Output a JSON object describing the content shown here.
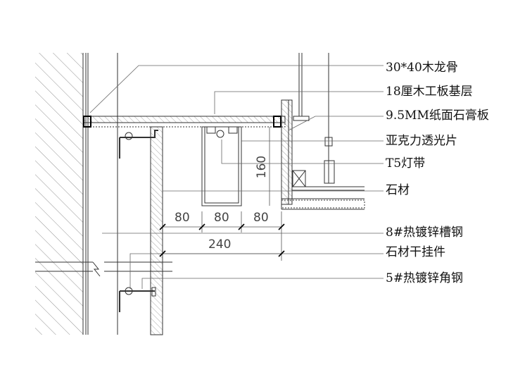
{
  "labels": [
    "30*40木龙骨",
    "18厘木工板基层",
    "9.5MM纸面石膏板",
    "亚克力透光片",
    "T5灯带",
    "石材",
    "8#热镀锌槽钢",
    "石材干挂件",
    "5#热镀锌角钢"
  ],
  "dimensions": {
    "seg1": "80",
    "seg2": "80",
    "seg3": "80",
    "total": "240",
    "height": "160"
  }
}
